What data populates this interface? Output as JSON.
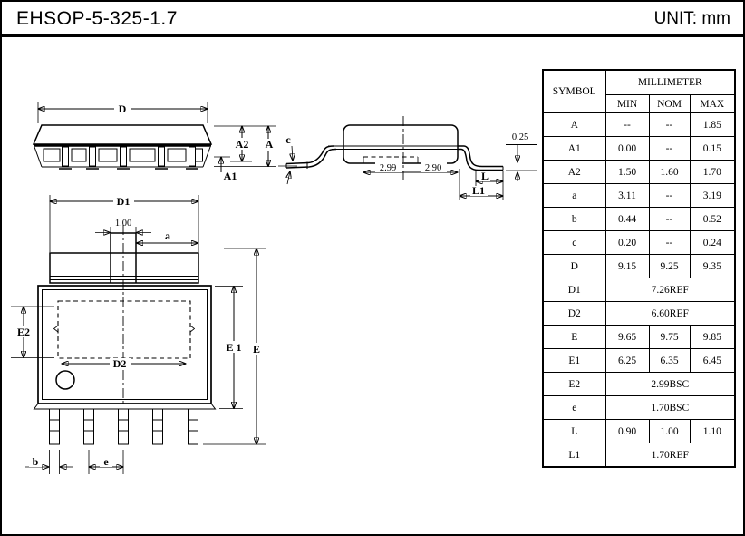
{
  "page": {
    "title": "EHSOP-5-325-1.7",
    "unit_label": "UNIT: mm"
  },
  "table": {
    "header": {
      "symbol": "SYMBOL",
      "group": "MILLIMETER",
      "min": "MIN",
      "nom": "NOM",
      "max": "MAX"
    },
    "rows": [
      {
        "symbol": "A",
        "min": "--",
        "nom": "--",
        "max": "1.85"
      },
      {
        "symbol": "A1",
        "min": "0.00",
        "nom": "--",
        "max": "0.15"
      },
      {
        "symbol": "A2",
        "min": "1.50",
        "nom": "1.60",
        "max": "1.70"
      },
      {
        "symbol": "a",
        "min": "3.11",
        "nom": "--",
        "max": "3.19"
      },
      {
        "symbol": "b",
        "min": "0.44",
        "nom": "--",
        "max": "0.52"
      },
      {
        "symbol": "c",
        "min": "0.20",
        "nom": "--",
        "max": "0.24"
      },
      {
        "symbol": "D",
        "min": "9.15",
        "nom": "9.25",
        "max": "9.35"
      },
      {
        "symbol": "D1",
        "span": "7.26REF"
      },
      {
        "symbol": "D2",
        "span": "6.60REF"
      },
      {
        "symbol": "E",
        "min": "9.65",
        "nom": "9.75",
        "max": "9.85"
      },
      {
        "symbol": "E1",
        "min": "6.25",
        "nom": "6.35",
        "max": "6.45"
      },
      {
        "symbol": "E2",
        "span": "2.99BSC"
      },
      {
        "symbol": "e",
        "span": "1.70BSC"
      },
      {
        "symbol": "L",
        "min": "0.90",
        "nom": "1.00",
        "max": "1.10"
      },
      {
        "symbol": "L1",
        "span": "1.70REF"
      }
    ]
  },
  "drawings": {
    "front": {
      "d": "D",
      "a2": "A2",
      "a": "A",
      "a1": "A1"
    },
    "side": {
      "c": "c",
      "left_dim": "2.99",
      "right_dim": "2.90",
      "foot": "0.25",
      "l": "L",
      "l1": "L1"
    },
    "bottom": {
      "d1": "D1",
      "tab_width": "1.00",
      "a": "a",
      "e2": "E2",
      "d2": "D2",
      "e1": "E 1",
      "e": "E",
      "b": "b",
      "pitch": "e"
    }
  }
}
